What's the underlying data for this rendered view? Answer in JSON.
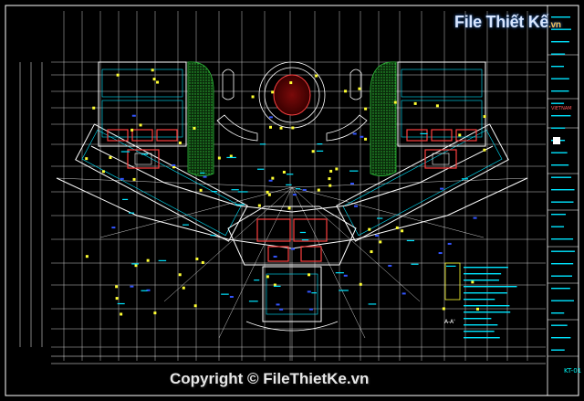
{
  "watermark": {
    "logo_text": "File Thiết Kế",
    "logo_domain": ".vn",
    "copyright_text": "Copyright © FileThietKe.vn"
  },
  "title_block": {
    "brand_text": "VIETNAM",
    "scale_label": "A-A'",
    "sheet_number": "KT-01"
  },
  "colors": {
    "background": "#000000",
    "grid": "#c8c8c8",
    "walls": "#ff4040",
    "outline": "#ffffff",
    "cyan": "#00e5ff",
    "yellow": "#ffff33",
    "green_hatch": "#2fbf3a",
    "blue": "#3355ff",
    "watermark": "#d8e6ff"
  }
}
